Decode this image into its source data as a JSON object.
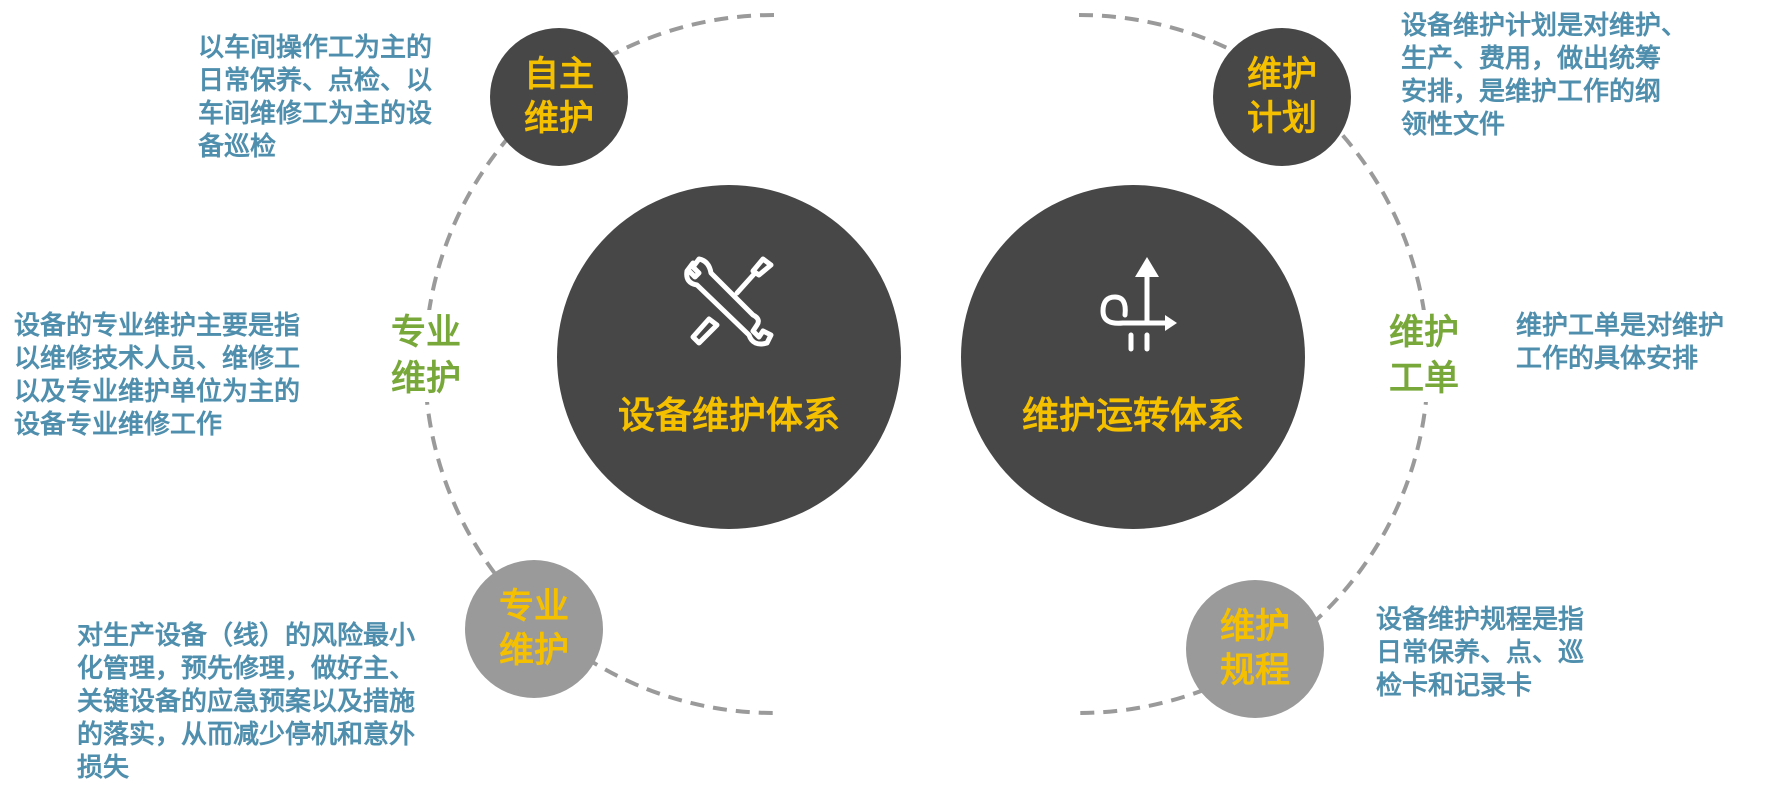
{
  "left_system": {
    "title": "设备维护体系",
    "icon": "wrench-screwdriver-icon",
    "nodes": {
      "top": {
        "label_lines": [
          "自主",
          "维护"
        ],
        "desc_lines": [
          "以车间操作工为主的",
          "日常保养、点检、以",
          "车间维修工为主的设",
          "备巡检"
        ]
      },
      "middle": {
        "label_lines": [
          "专业",
          "维护"
        ],
        "desc_lines": [
          "设备的专业维护主要是指",
          "以维修技术人员、维修工",
          "以及专业维护单位为主的",
          "设备专业维修工作"
        ]
      },
      "bottom": {
        "label_lines": [
          "专业",
          "维护"
        ],
        "desc_lines": [
          "对生产设备（线）的风险最小",
          "化管理，预先修理，做好主、",
          "关键设备的应急预案以及措施",
          "的落实，从而减少停机和意外",
          "损失"
        ]
      }
    }
  },
  "right_system": {
    "title": "维护运转体系",
    "icon": "route-arrows-icon",
    "nodes": {
      "top": {
        "label_lines": [
          "维护",
          "计划"
        ],
        "desc_lines": [
          "设备维护计划是对维护、",
          "生产、费用，做出统筹",
          "安排，是维护工作的纲",
          "领性文件"
        ]
      },
      "middle": {
        "label_lines": [
          "维护",
          "工单"
        ],
        "desc_lines": [
          "维护工单是对维护",
          "工作的具体安排"
        ]
      },
      "bottom": {
        "label_lines": [
          "维护",
          "规程"
        ],
        "desc_lines": [
          "设备维护规程是指",
          "日常保养、点、巡",
          "检卡和记录卡"
        ]
      }
    }
  },
  "colors": {
    "dark": "#474747",
    "gray": "#9a9a9a",
    "yellow": "#f5c000",
    "blue": "#4f8fad",
    "green": "#78a83a"
  }
}
